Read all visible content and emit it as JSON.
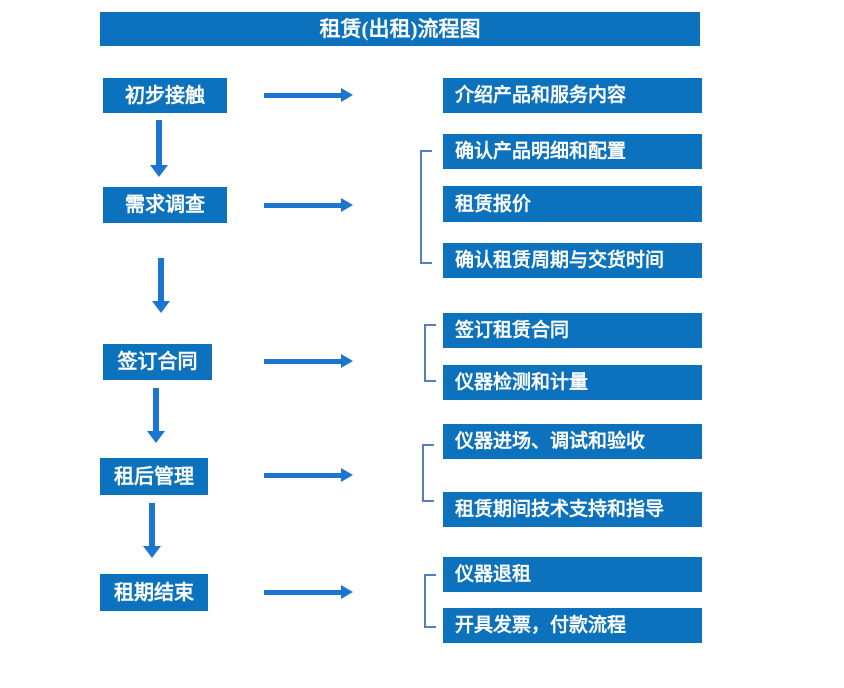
{
  "title": "租赁(出租)流程图",
  "colors": {
    "box_blue": "#0d72bd",
    "arrow_blue": "#1b75d1",
    "bracket_blue": "#5580be",
    "text_white": "#ffffff"
  },
  "steps": [
    {
      "label": "初步接触",
      "details": [
        "介绍产品和服务内容"
      ]
    },
    {
      "label": "需求调查",
      "details": [
        "确认产品明细和配置",
        "租赁报价",
        "确认租赁周期与交货时间"
      ]
    },
    {
      "label": "签订合同",
      "details": [
        "签订租赁合同",
        "仪器检测和计量"
      ]
    },
    {
      "label": "租后管理",
      "details": [
        "仪器进场、调试和验收",
        "租赁期间技术支持和指导"
      ]
    },
    {
      "label": "租期结束",
      "details": [
        "仪器退租",
        "开具发票，付款流程"
      ]
    }
  ]
}
